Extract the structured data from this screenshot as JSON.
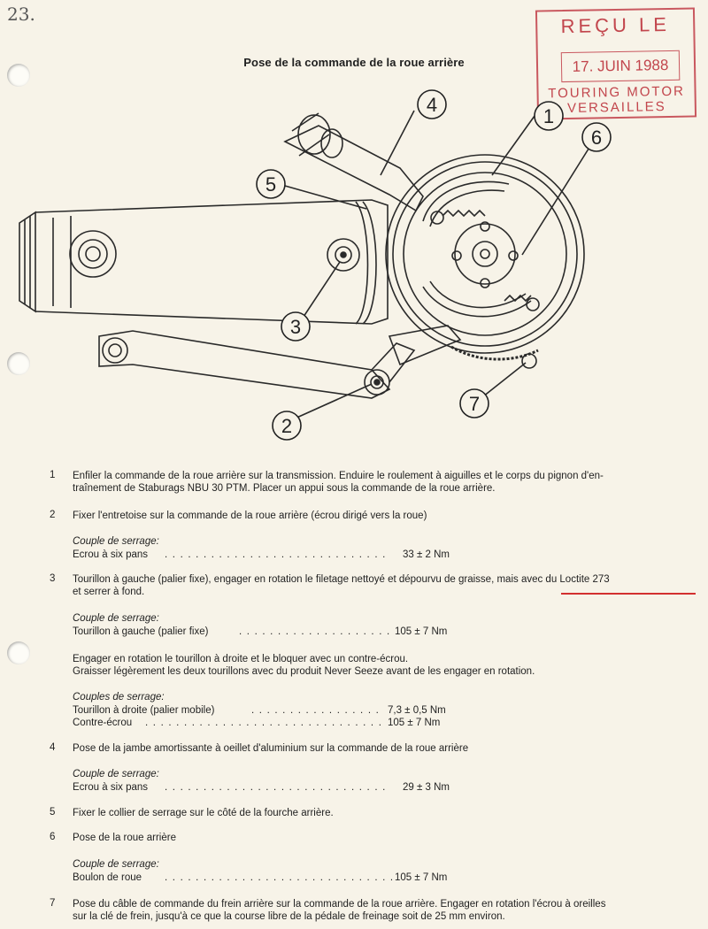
{
  "page": {
    "number": "23.",
    "title": "Pose de la commande de la roue arrière"
  },
  "stamp": {
    "line1": "REÇU LE",
    "line2": "17. JUIN 1988",
    "line3": "TOURING MOTOR",
    "line4": "VERSAILLES"
  },
  "diagram": {
    "callouts": [
      "1",
      "2",
      "3",
      "4",
      "5",
      "6",
      "7"
    ]
  },
  "steps": [
    {
      "number": "1",
      "text_line1": "Enfiler la commande de la roue arrière sur la transmission.  Enduire le roulement à aiguilles et le corps  du pignon d'en-",
      "text_line2": "traînement de Staburags NBU 30 PTM. Placer un appui sous la commande de la roue arrière."
    },
    {
      "number": "2",
      "text_line1": "Fixer l'entretoise sur la commande de la roue arrière (écrou dirigé vers la roue)",
      "torque_heading": "Couple de serrage:",
      "torque_item": "Ecrou à six pans",
      "torque_dots": ". . . . . . . . . . . . . . . . . . . . . . . . . . . . .",
      "torque_value": "33 ± 2 Nm"
    },
    {
      "number": "3",
      "text_line1": "Tourillon à gauche (palier fixe), engager en rotation le filetage nettoyé et dépourvu de graisse, mais avec du Loctite 273",
      "text_line2": "et serrer à fond.",
      "torque_heading": "Couple de serrage:",
      "torque_item": "Tourillon à gauche (palier fixe)",
      "torque_dots": ". . . . . . . . . . . . . . . . . . . .",
      "torque_value": "105 ± 7 Nm",
      "para_line1": "Engager en rotation le tourillon à droite et le bloquer avec un contre-écrou.",
      "para_line2": "Graisser légèrement les deux tourillons avec du produit Never Seeze avant de les engager en rotation.",
      "torque_heading2": "Couples de serrage:",
      "torque_item2": "Tourillon à droite (palier mobile)",
      "torque_dots2": ". . . . . . . . . . . . . . . . .",
      "torque_value2": "7,3 ± 0,5 Nm",
      "torque_item3": "Contre-écrou",
      "torque_dots3": ". . . . . . . . . . . . . . . . . . . . . . . . . . . . . . .",
      "torque_value3": "105 ± 7    Nm"
    },
    {
      "number": "4",
      "text_line1": "Pose de la jambe amortissante à oeillet d'aluminium sur la commande de la roue arrière",
      "torque_heading": "Couple de serrage:",
      "torque_item": "Ecrou à six pans",
      "torque_dots": ". . . . . . . . . . . . . . . . . . . . . . . . . . . . .",
      "torque_value": "29 ± 3 Nm"
    },
    {
      "number": "5",
      "text_line1": "Fixer le collier de serrage sur le côté de la fourche arrière."
    },
    {
      "number": "6",
      "text_line1": "Pose de la roue arrière",
      "torque_heading": "Couple de serrage:",
      "torque_item": "Boulon de roue",
      "torque_dots": ". . . . . . . . . . . . . . . . . . . . . . . . . . . . . .",
      "torque_value": "105 ± 7 Nm"
    },
    {
      "number": "7",
      "text_line1": "Pose du câble de commande du frein arrière sur la commande de la roue arrière. Engager en rotation l'écrou à oreilles",
      "text_line2": "sur la clé de frein, jusqu'à ce que la course libre de la pédale de freinage soit de 25 mm environ."
    }
  ]
}
